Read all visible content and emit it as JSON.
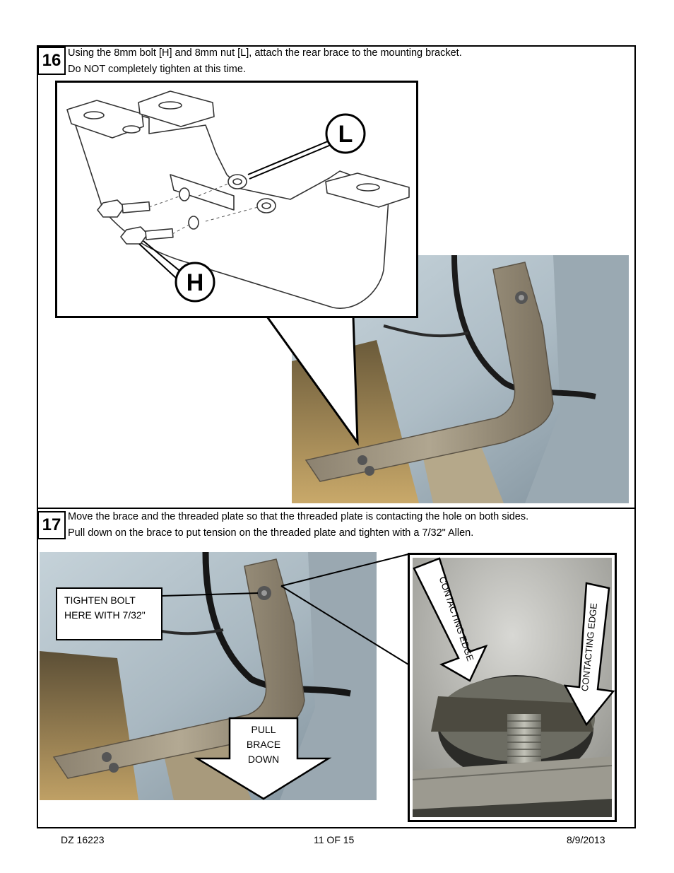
{
  "steps": [
    {
      "number": "16",
      "lines": [
        "Using the 8mm bolt [H] and 8mm nut [L], attach the rear brace to the mounting bracket.",
        "Do NOT completely tighten at this time."
      ],
      "diagram_labels": {
        "bolt": "H",
        "nut": "L"
      }
    },
    {
      "number": "17",
      "lines": [
        "Move the brace and the threaded plate so that the threaded plate is contacting the hole on both sides.",
        "Pull down on the brace to put tension on the threaded plate and tighten with a 7/32\" Allen."
      ],
      "callouts": {
        "tighten_line1": "TIGHTEN BOLT",
        "tighten_line2": "HERE WITH 7/32\"",
        "pull_line1": "PULL",
        "pull_line2": "BRACE",
        "pull_line3": "DOWN",
        "contact_left": "CONTACTING EDGE",
        "contact_right": "CONTACTING EDGE"
      }
    }
  ],
  "footer": {
    "doc_id": "DZ 16223",
    "page": "11 OF 15",
    "date": "8/9/2013"
  }
}
